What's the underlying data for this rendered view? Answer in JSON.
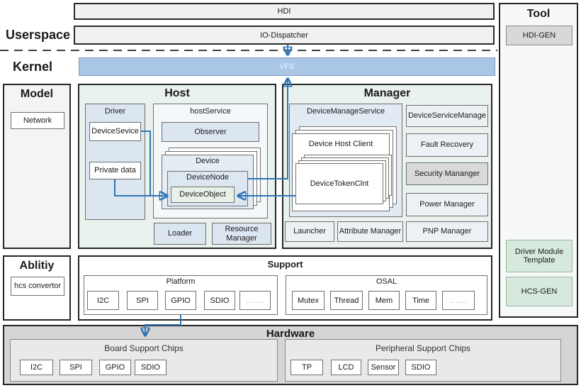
{
  "labels": {
    "userspace": "Userspace",
    "kernel": "Kernel"
  },
  "top": {
    "hdi": "HDI",
    "io_dispatcher": "IO-Dispatcher",
    "vfs": "VFS"
  },
  "tool": {
    "title": "Tool",
    "hdi_gen": "HDI-GEN",
    "driver_module_template": "Driver Module Template",
    "hcs_gen": "HCS-GEN"
  },
  "model": {
    "title": "Model",
    "network": "Network"
  },
  "host": {
    "title": "Host",
    "driver": {
      "title": "Driver",
      "device_sevice": "DeviceSevice",
      "private_data": "Private data"
    },
    "host_service": {
      "title": "hostService",
      "observer": "Observer",
      "device": {
        "title": "Device",
        "device_node": "DeviceNode",
        "device_object": "DeviceObject"
      }
    },
    "loader": "Loader",
    "resource_manager": "Resource Manager"
  },
  "manager": {
    "title": "Manager",
    "device_manage_service": {
      "title": "DeviceManageService",
      "device_host_client": "Device Host Client",
      "device_token_clnt": "DeviceTokenClnt"
    },
    "side": [
      "DeviceServiceManage",
      "Fault Recovery",
      "Security Mananger",
      "Power Manager"
    ],
    "bottom": [
      "Launcher",
      "Attribute Manager",
      "PNP Manager"
    ]
  },
  "ability": {
    "title": "Ablitiy",
    "hcs_convertor": "hcs convertor"
  },
  "support": {
    "title": "Support",
    "platform": {
      "title": "Platform",
      "chips": [
        "I2C",
        "SPI",
        "GPIO",
        "SDIO",
        "......"
      ]
    },
    "osal": {
      "title": "OSAL",
      "chips": [
        "Mutex",
        "Thread",
        "Mem",
        "Time",
        "......"
      ]
    }
  },
  "hardware": {
    "title": "Hardware",
    "board": {
      "title": "Board Support Chips",
      "chips": [
        "I2C",
        "SPI",
        "GPIO",
        "SDIO"
      ]
    },
    "peripheral": {
      "title": "Peripheral Support Chips",
      "chips": [
        "TP",
        "LCD",
        "Sensor",
        "SDIO"
      ]
    }
  },
  "colors": {
    "arrow": "#2e75b6",
    "vfs_fill": "#a9c6e7",
    "section_green": "#eaf2ed",
    "panel_blue": "#dce6f1",
    "light_blue_box": "#edf1f6",
    "gray_box": "#d9d9d9",
    "mint": "#d7e9dd",
    "hardware_gray": "#d5d5d5"
  }
}
